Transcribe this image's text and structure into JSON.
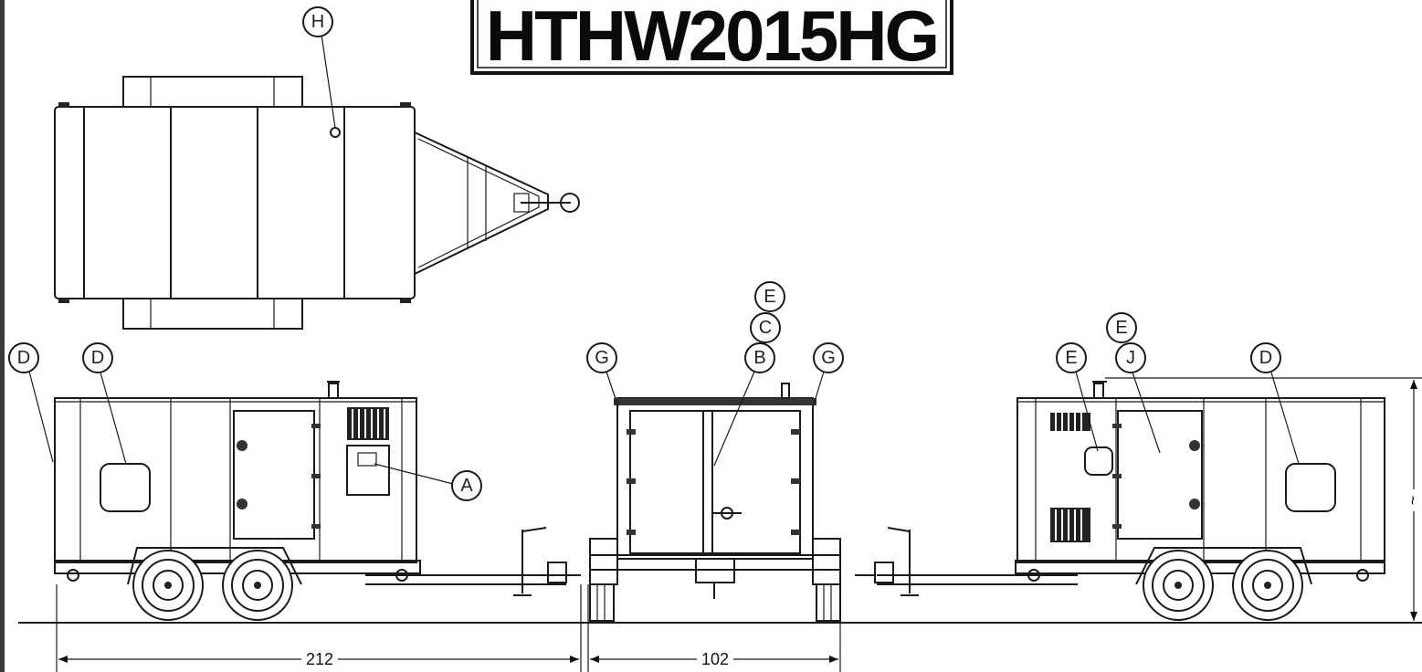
{
  "title": "HTHW2015HG",
  "callouts": {
    "top_view": [
      "H"
    ],
    "left_side_view": [
      "D",
      "D",
      "A"
    ],
    "rear_view": [
      "G",
      "E",
      "C",
      "B",
      "G"
    ],
    "right_side_view": [
      "E",
      "E",
      "J",
      "D"
    ]
  },
  "dimensions": {
    "length": "212",
    "width": "102",
    "height": "~"
  }
}
